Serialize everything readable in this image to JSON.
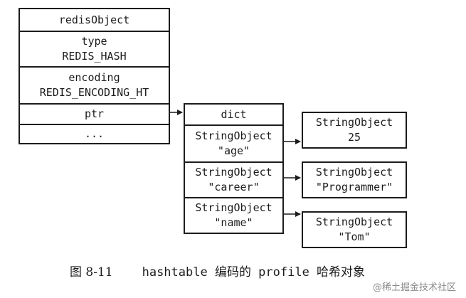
{
  "redis_object": {
    "title": "redisObject",
    "type_label": "type",
    "type_value": "REDIS_HASH",
    "encoding_label": "encoding",
    "encoding_value": "REDIS_ENCODING_HT",
    "ptr": "ptr",
    "more": "..."
  },
  "dict": {
    "title": "dict",
    "entries": [
      {
        "key_type": "StringObject",
        "key": "\"age\"",
        "value_type": "StringObject",
        "value": "25"
      },
      {
        "key_type": "StringObject",
        "key": "\"career\"",
        "value_type": "StringObject",
        "value": "\"Programmer\""
      },
      {
        "key_type": "StringObject",
        "key": "\"name\"",
        "value_type": "StringObject",
        "value": "\"Tom\""
      }
    ]
  },
  "caption": {
    "figure": "图 8-11",
    "text": "hashtable 编码的 profile 哈希对象"
  },
  "watermark": "@稀土掘金技术社区"
}
